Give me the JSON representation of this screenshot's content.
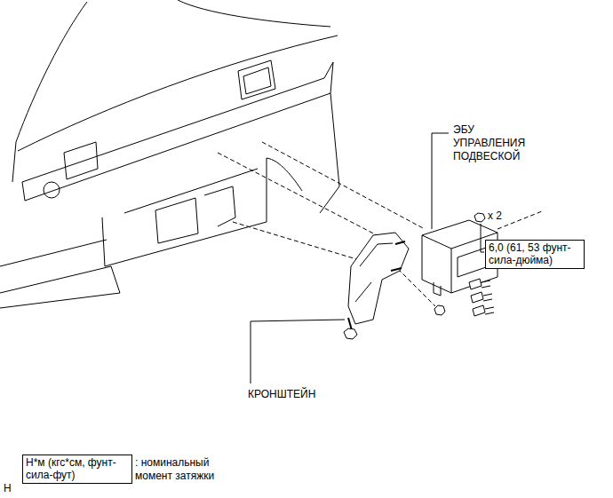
{
  "diagram": {
    "nodes": [
      {
        "text": [
          "6,0 (61, 53 фунт-сила-дюйма)"
        ]
      },
      {
        "text": [
          "Н*м (кгс*см, фунт-сила-фут)"
        ]
      }
    ],
    "labels": [
      "ЭБУ УПРАВЛЕНИЯ ПОДВЕСКОЙ",
      "x 2",
      "КРОНШТЕЙН",
      ": номинальный момент затяжки",
      "H"
    ]
  }
}
